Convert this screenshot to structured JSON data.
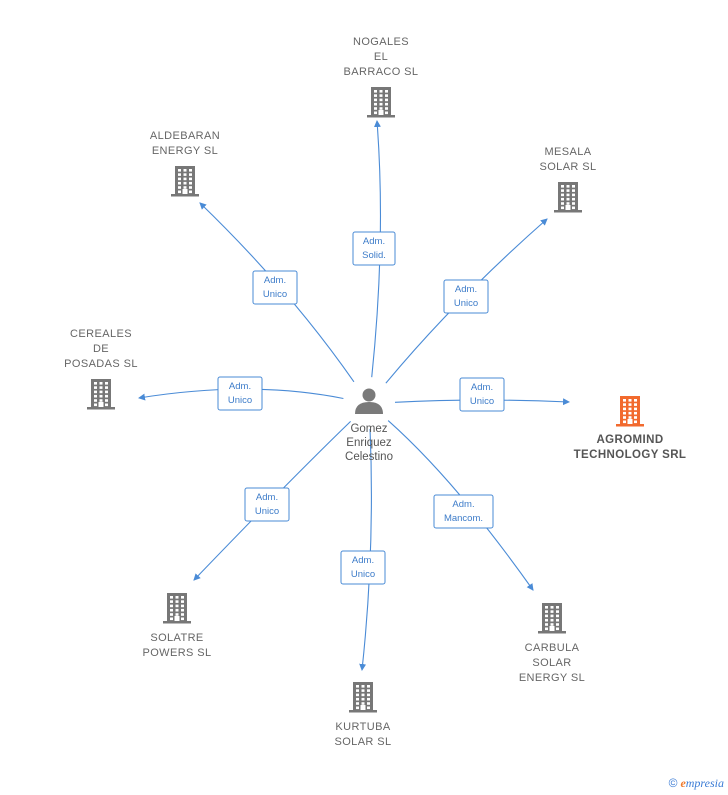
{
  "center": {
    "name_lines": [
      "Gomez",
      "Enriquez",
      "Celestino"
    ],
    "icon": "person-icon"
  },
  "companies": [
    {
      "id": "nogales",
      "lines": [
        "NOGALES",
        "EL",
        "BARRACO  SL"
      ],
      "icon": "building-icon",
      "color": "#777777",
      "highlight": false
    },
    {
      "id": "aldebaran",
      "lines": [
        "ALDEBARAN",
        "ENERGY  SL"
      ],
      "icon": "building-icon",
      "color": "#777777",
      "highlight": false
    },
    {
      "id": "mesala",
      "lines": [
        "MESALA",
        "SOLAR  SL"
      ],
      "icon": "building-icon",
      "color": "#777777",
      "highlight": false
    },
    {
      "id": "cereales",
      "lines": [
        "CEREALES",
        "DE",
        "POSADAS  SL"
      ],
      "icon": "building-icon",
      "color": "#777777",
      "highlight": false
    },
    {
      "id": "agromind",
      "lines": [
        "AGROMIND",
        "TECHNOLOGY SRL"
      ],
      "icon": "building-icon",
      "color": "#f26a2e",
      "highlight": true
    },
    {
      "id": "solatre",
      "lines": [
        "SOLATRE",
        "POWERS  SL"
      ],
      "icon": "building-icon",
      "color": "#777777",
      "highlight": false
    },
    {
      "id": "kurtuba",
      "lines": [
        "KURTUBA",
        "SOLAR  SL"
      ],
      "icon": "building-icon",
      "color": "#777777",
      "highlight": false
    },
    {
      "id": "carbula",
      "lines": [
        "CARBULA",
        "SOLAR",
        "ENERGY  SL"
      ],
      "icon": "building-icon",
      "color": "#777777",
      "highlight": false
    }
  ],
  "edges": [
    {
      "to": "nogales",
      "role": [
        "Adm.",
        "Solid."
      ]
    },
    {
      "to": "aldebaran",
      "role": [
        "Adm.",
        "Unico"
      ]
    },
    {
      "to": "mesala",
      "role": [
        "Adm.",
        "Unico"
      ]
    },
    {
      "to": "cereales",
      "role": [
        "Adm.",
        "Unico"
      ]
    },
    {
      "to": "agromind",
      "role": [
        "Adm.",
        "Unico"
      ]
    },
    {
      "to": "solatre",
      "role": [
        "Adm.",
        "Unico"
      ]
    },
    {
      "to": "kurtuba",
      "role": [
        "Adm.",
        "Unico"
      ]
    },
    {
      "to": "carbula",
      "role": [
        "Adm.",
        "Mancom."
      ]
    }
  ],
  "colors": {
    "edge": "#4a8bd6",
    "node": "#777777",
    "highlight": "#f26a2e"
  },
  "footer": {
    "copyright": "©",
    "brand_initial": "e",
    "brand_rest": "mpresia"
  }
}
